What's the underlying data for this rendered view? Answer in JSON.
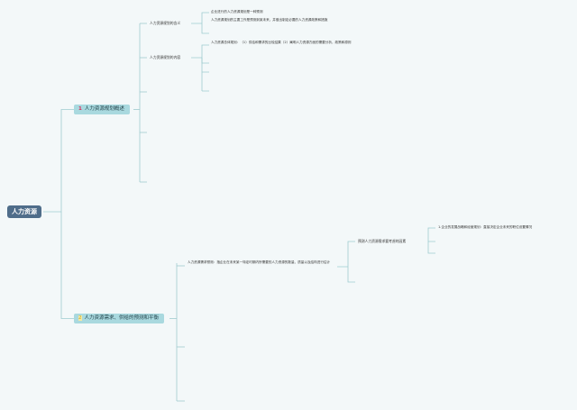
{
  "root": {
    "label": "人力资源"
  },
  "topics": [
    {
      "number": "1",
      "label": "人力资源规划概述",
      "children": [
        {
          "label": "人力资源规划的含义",
          "leaves": [
            "企业进行的人力资源规划是一种预测",
            "人力资源规划的主要工作是预测到某未来，并做出制定必要的人力资源政策和措施"
          ]
        },
        {
          "label": "人力资源规划的内容",
          "leaves": [
            "人力资源总体规划：（1）供给和需求的比较结果（2）阐明人力资源方面的需要分析，政策和原则"
          ]
        }
      ]
    },
    {
      "number": "2",
      "label": "人力资源需求、供给的预测和平衡",
      "children": [
        {
          "label": "人力资源需求预测：指企业在未来某一特定时期内所需要的人力资源的数量、质量以及结构进行估计",
          "sub": {
            "label": "预测人力资源需求要考虑的因素",
            "leaves": [
              "1.企业的发展战略和经营规划：直接决定企业未来的职位设置情况"
            ]
          }
        }
      ]
    }
  ]
}
